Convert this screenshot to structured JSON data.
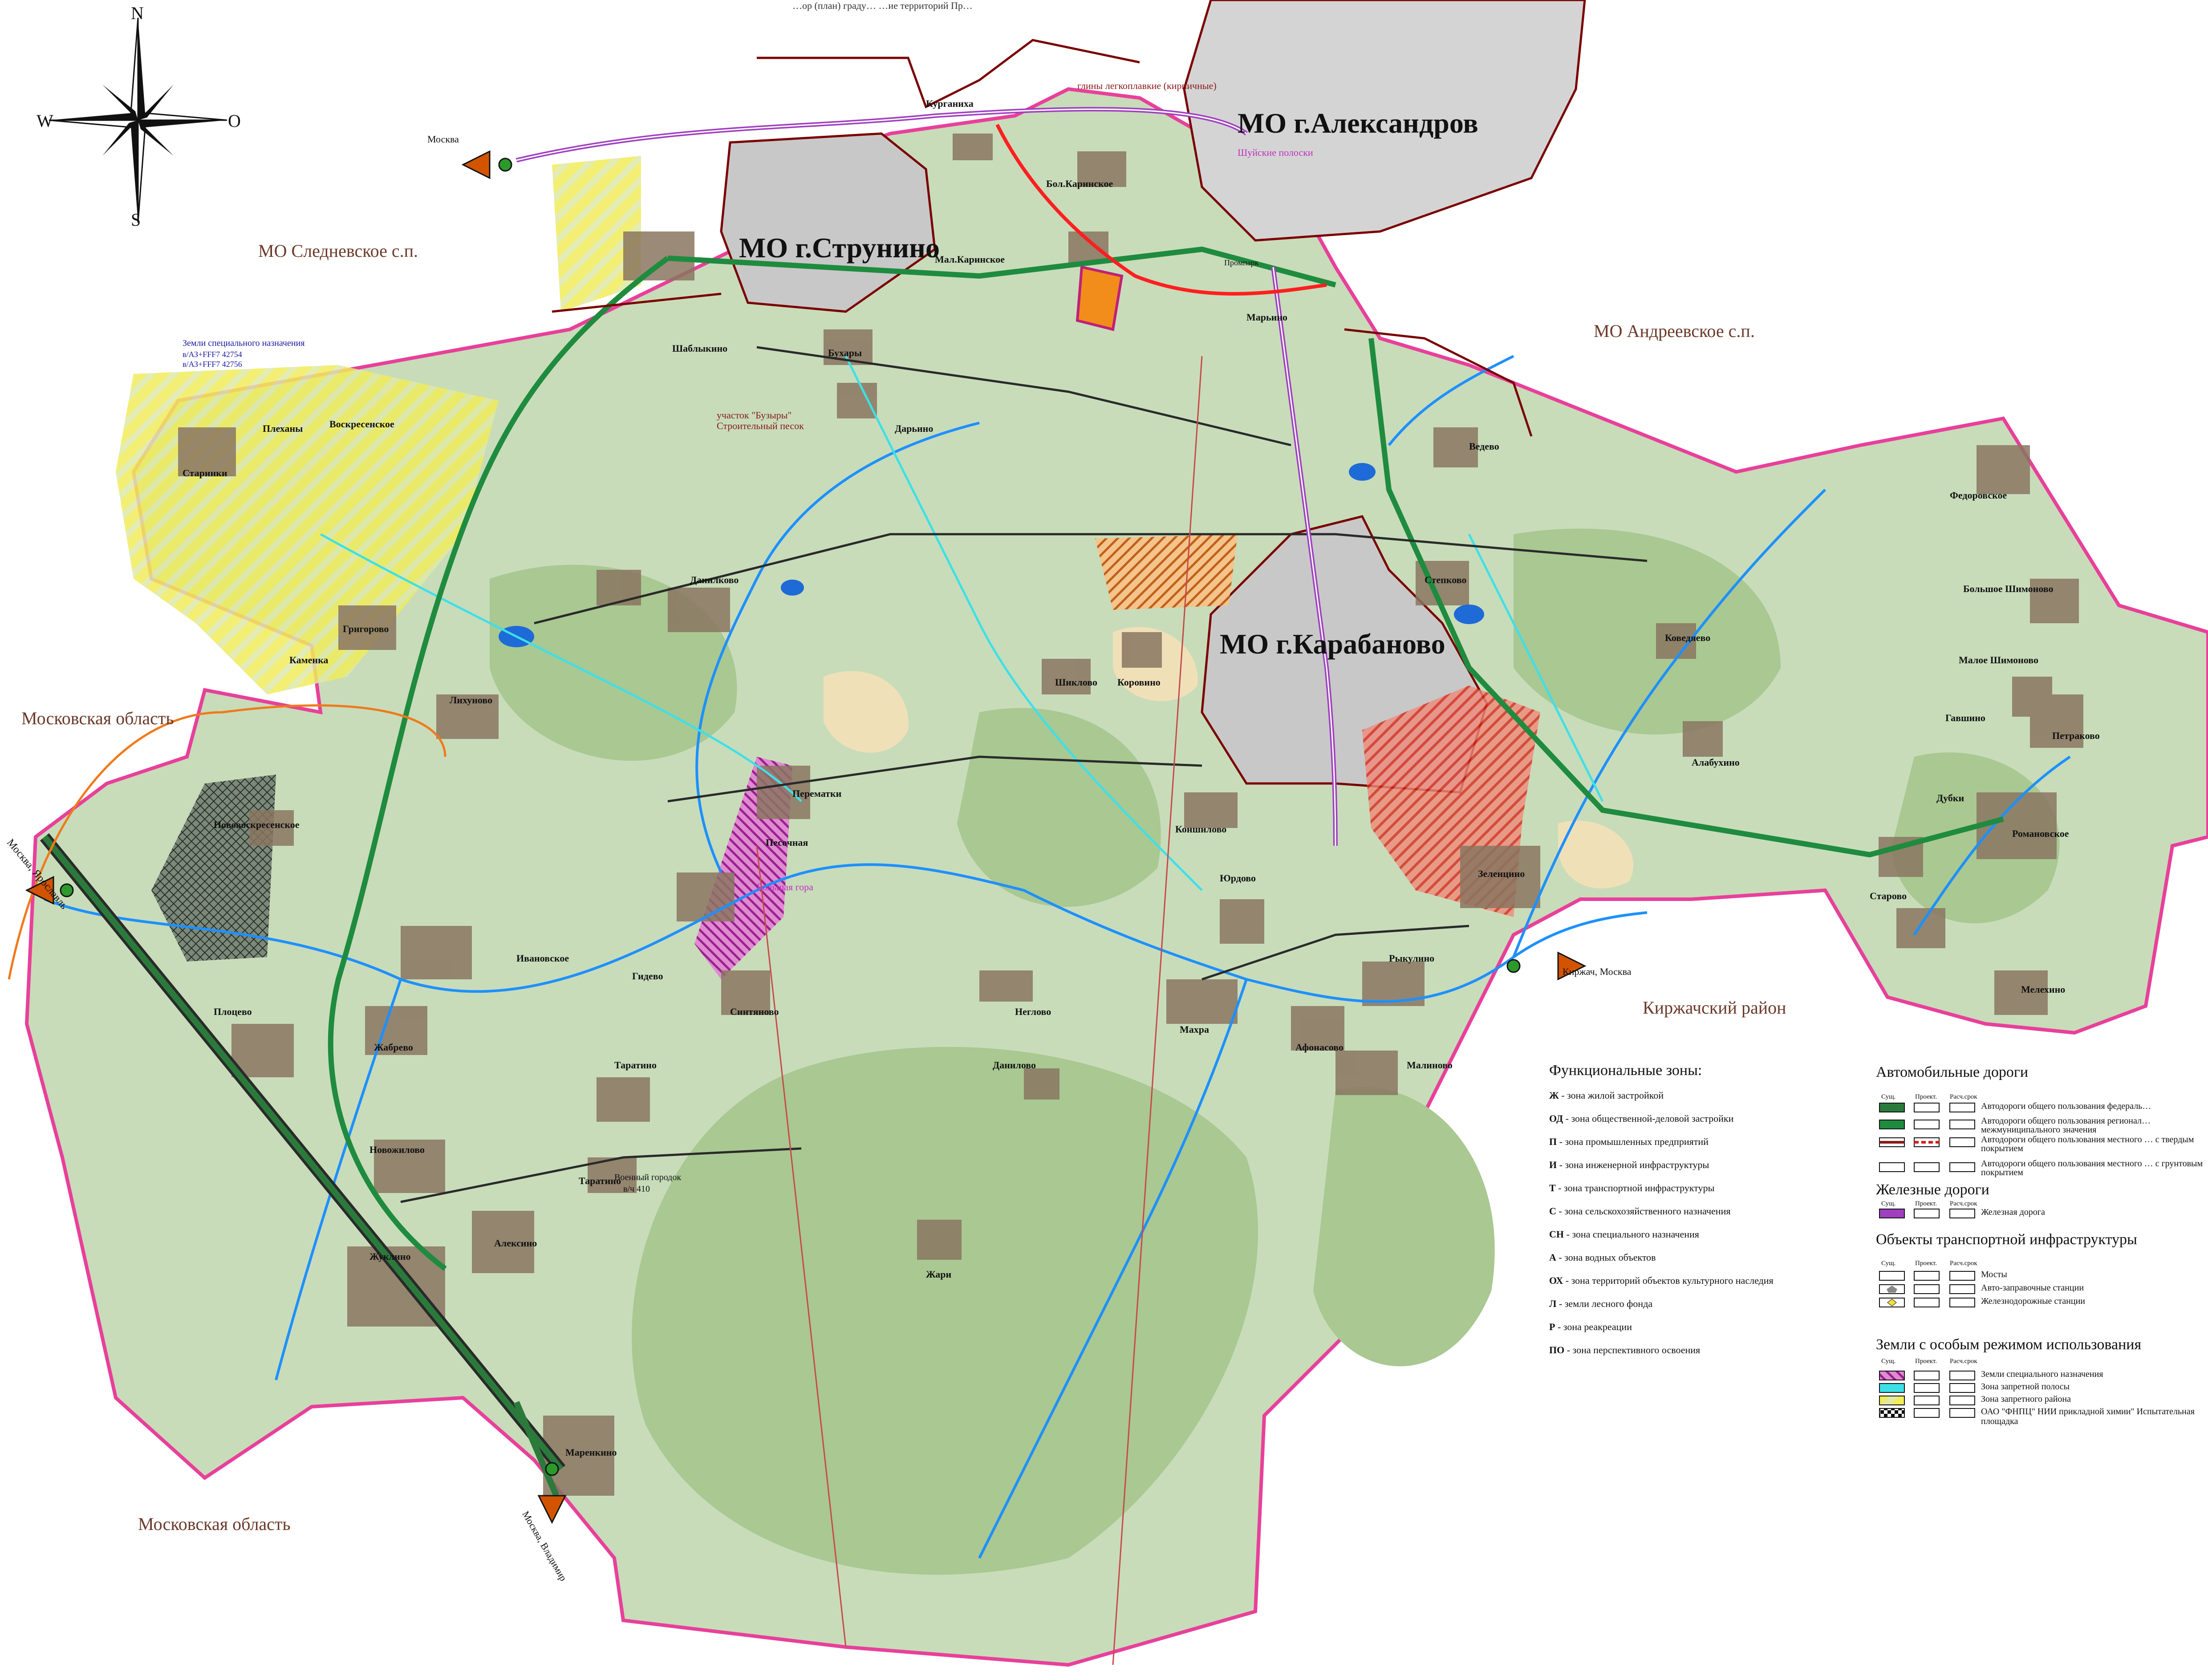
{
  "header": {
    "title": "…ор (план) граду… …ие территорий Пр…"
  },
  "colors": {
    "agri": "#c8dcba",
    "forest": "#a9c892",
    "residential": "#8a7560",
    "town": "#c8c8c8",
    "sand": "#f0e0b8",
    "water": "#1e90ff",
    "federal_road": "#2b7a3b",
    "regional_road": "#1f8b3e",
    "railway": "#a040c0",
    "border": "#e8409a",
    "district_border": "#7a0000",
    "hatch_yellow": "#f0ec5c"
  },
  "compass": {
    "n": "N",
    "s": "S",
    "w": "W",
    "o": "O"
  },
  "municipalities": {
    "strunino": "МО г.Струнино",
    "aleksandrov": "МО г.Александров",
    "karabanovo": "МО г.Карабаново",
    "slednevskoe": "МО Следневское с.п.",
    "andreevskoe": "МО Андреевское с.п.",
    "moscow_obl_1": "Московская область",
    "moscow_obl_2": "Московская область",
    "kirzhach": "Киржачский район"
  },
  "directions": {
    "moskva": "Москва",
    "moskva_yaroslavl": "Москва, Ярославль",
    "kirzhach_moskva": "Киржач, Москва",
    "moskva_vladimir": "Москва, Владимир"
  },
  "special_lands": {
    "title": "Земли специального назначения",
    "line1": "в/АЗ+FFF7 42754",
    "line2": "в/АЗ+FFF7 42756"
  },
  "map_notes": {
    "clay": "глины легкоплавкие (кирпичные)",
    "shuya": "Шуйские полоски",
    "buzyry": "участок \"Бузыры\"",
    "buzyry2": "Строительный песок",
    "voen": "Военный городок",
    "voen2": "в/ч 410",
    "bolshaya_gora": "Большая гора",
    "promzona": "Промпарк"
  },
  "villages": [
    {
      "id": "kurganikha",
      "name": "Курганиха"
    },
    {
      "id": "bol_karinskoe",
      "name": "Бол.Каринское"
    },
    {
      "id": "mal_karinskoe",
      "name": "Мал.Каринское"
    },
    {
      "id": "marino",
      "name": "Марьино"
    },
    {
      "id": "shablykino",
      "name": "Шаблыкино"
    },
    {
      "id": "bukhary",
      "name": "Бухары"
    },
    {
      "id": "darnino",
      "name": "Дарьино"
    },
    {
      "id": "plekhany",
      "name": "Плеханы"
    },
    {
      "id": "voskresenskoe",
      "name": "Воскресенское"
    },
    {
      "id": "starinki",
      "name": "Старинки"
    },
    {
      "id": "grigorovo",
      "name": "Григорово"
    },
    {
      "id": "kamenka",
      "name": "Каменка"
    },
    {
      "id": "danilkovo",
      "name": "Данилково"
    },
    {
      "id": "likhunovo",
      "name": "Лихуново"
    },
    {
      "id": "shiklovo",
      "name": "Шиклово"
    },
    {
      "id": "korovino",
      "name": "Коровино"
    },
    {
      "id": "peremyatki",
      "name": "Перематки"
    },
    {
      "id": "pesochnaya",
      "name": "Песочная"
    },
    {
      "id": "novovoskresenskoe",
      "name": "Нововоскресенское"
    },
    {
      "id": "ivanovskoe",
      "name": "Ивановское"
    },
    {
      "id": "gidevo",
      "name": "Гидево"
    },
    {
      "id": "sintyanovo",
      "name": "Синтяново"
    },
    {
      "id": "nezlovo",
      "name": "Неглово"
    },
    {
      "id": "danilovo",
      "name": "Данилово"
    },
    {
      "id": "makhra",
      "name": "Махра"
    },
    {
      "id": "afonasovo",
      "name": "Афонасово"
    },
    {
      "id": "malinovo",
      "name": "Малиново"
    },
    {
      "id": "rykulino",
      "name": "Рыкулино"
    },
    {
      "id": "yurdovo",
      "name": "Юрдово"
    },
    {
      "id": "komshilovo",
      "name": "Коншилово"
    },
    {
      "id": "zelentsino",
      "name": "Зеленцино"
    },
    {
      "id": "stepkovo",
      "name": "Степково"
    },
    {
      "id": "vedevo",
      "name": "Ведево"
    },
    {
      "id": "kovedyaevo",
      "name": "Коведяево"
    },
    {
      "id": "alabukhino",
      "name": "Алабухино"
    },
    {
      "id": "fedorovskoe",
      "name": "Федоровское"
    },
    {
      "id": "bolshoe_shimonovo",
      "name": "Большое Шимоново"
    },
    {
      "id": "maloe_shimonovo",
      "name": "Малое Шимоново"
    },
    {
      "id": "gavshino",
      "name": "Гавшино"
    },
    {
      "id": "petrakovo",
      "name": "Петраково"
    },
    {
      "id": "dubki",
      "name": "Дубки"
    },
    {
      "id": "romanovskoe",
      "name": "Романовское"
    },
    {
      "id": "starovo",
      "name": "Старово"
    },
    {
      "id": "melekhino",
      "name": "Мелехино"
    },
    {
      "id": "ploshchevo",
      "name": "Плоцево"
    },
    {
      "id": "zhabrevo",
      "name": "Жабрево"
    },
    {
      "id": "novozhilovo",
      "name": "Новожилово"
    },
    {
      "id": "zhuklino",
      "name": "Жуклино"
    },
    {
      "id": "aleksino",
      "name": "Алексино"
    },
    {
      "id": "taratino",
      "name": "Таратино"
    },
    {
      "id": "taratino2",
      "name": "Таратино"
    },
    {
      "id": "zhari",
      "name": "Жари"
    },
    {
      "id": "marenkino",
      "name": "Маренкино"
    }
  ],
  "legend": {
    "functional_zones": {
      "title": "Функциональные зоны:",
      "items": [
        {
          "code": "Ж",
          "text": " - зона жилой застройкой"
        },
        {
          "code": "ОД",
          "text": " - зона общественной-деловой застройки"
        },
        {
          "code": "П",
          "text": " - зона промышленных предприятий"
        },
        {
          "code": "И",
          "text": " - зона инженерной инфраструктуры"
        },
        {
          "code": "Т",
          "text": " - зона транспортной инфраструктуры"
        },
        {
          "code": "С",
          "text": " - зона сельскохозяйственного назначения"
        },
        {
          "code": "СН",
          "text": " - зона специального назначения"
        },
        {
          "code": "А",
          "text": " - зона водных объектов"
        },
        {
          "code": "ОХ",
          "text": " - зона территорий объектов культурного наследия"
        },
        {
          "code": "Л",
          "text": " - земли лесного фонда"
        },
        {
          "code": "Р",
          "text": " - зона реакреации"
        },
        {
          "code": "ПО",
          "text": " - зона перспективного освоения"
        }
      ]
    },
    "columns": {
      "exist": "Сущ.",
      "proj": "Проект.",
      "calc": "Расч.срок"
    },
    "roads": {
      "title": "Автомобильные дороги",
      "items": [
        "Автодороги общего пользования федераль…",
        "Автодороги общего пользования регионал… межмуниципального значения",
        "Автодороги общего пользования местного … с твердым покрытием",
        "Автодороги общего пользования местного … с грунтовым покрытием"
      ]
    },
    "railways": {
      "title": "Железные дороги",
      "items": [
        "Железная дорога"
      ]
    },
    "transport": {
      "title": "Объекты транспортной инфраструктуры",
      "items": [
        "Мосты",
        "Авто-заправочные станции",
        "Железнодорожные станции"
      ]
    },
    "special": {
      "title": "Земли с особым режимом использования",
      "items": [
        "Земли специального назначения",
        "Зона запретной полосы",
        "Зона запретного района",
        "ОАО \"ФНПЦ\" НИИ прикладной химии\" Испытательная площадка"
      ]
    }
  }
}
